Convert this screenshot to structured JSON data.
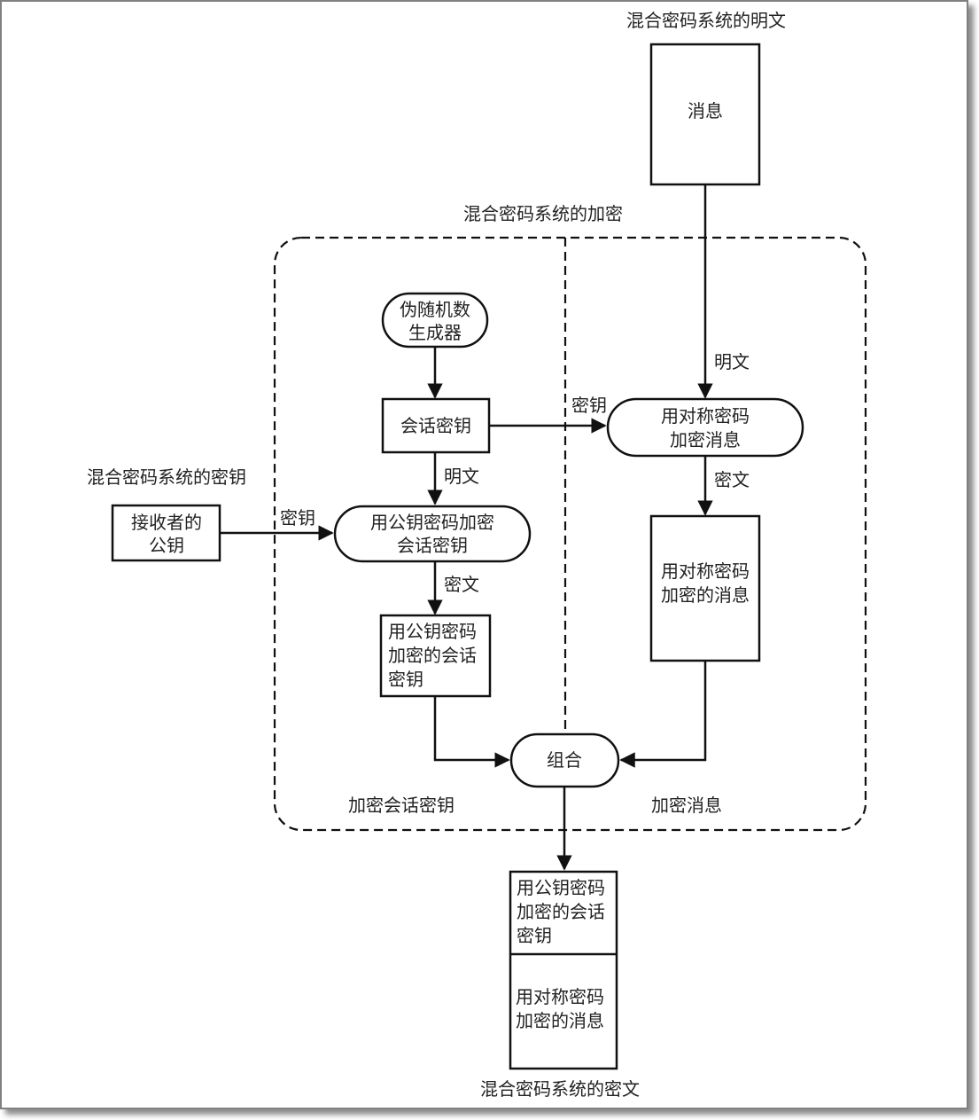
{
  "diagram": {
    "title_plaintext": "混合密码系统的明文",
    "message_box": "消息",
    "encryption_region_title": "混合密码系统的加密",
    "key_section_title": "混合密码系统的密钥",
    "receiver_pubkey": [
      "接收者的",
      "公钥"
    ],
    "prng": [
      "伪随机数",
      "生成器"
    ],
    "session_key": "会话密钥",
    "sym_encrypt": [
      "用对称密码",
      "加密消息"
    ],
    "pub_encrypt": [
      "用公钥密码加密",
      "会话密钥"
    ],
    "pub_encrypted_key": [
      "用公钥密码",
      "加密的会话",
      "密钥"
    ],
    "sym_encrypted_msg": [
      "用对称密码",
      "加密的消息"
    ],
    "combine": "组合",
    "edge_labels": {
      "plaintext_right": "明文",
      "key_to_sym": "密钥",
      "plaintext_left": "明文",
      "key_to_pub": "密钥",
      "ciphertext_right": "密文",
      "ciphertext_left": "密文"
    },
    "region_labels": {
      "left": "加密会话密钥",
      "right": "加密消息"
    },
    "output": {
      "top": [
        "用公钥密码",
        "加密的会话",
        "密钥"
      ],
      "bottom": [
        "用对称密码",
        "加密的消息"
      ],
      "caption": "混合密码系统的密文"
    }
  }
}
